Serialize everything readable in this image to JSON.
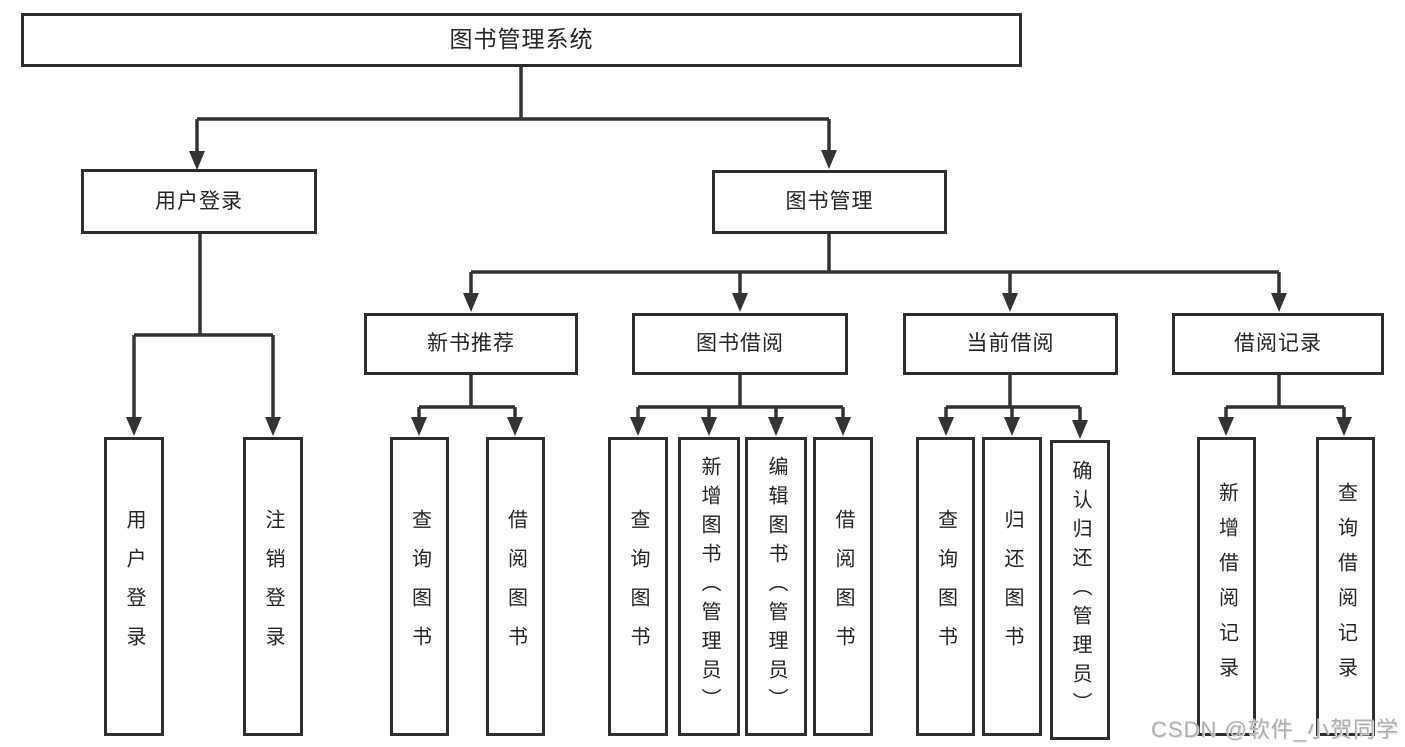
{
  "diagram": {
    "root": {
      "label": "图书管理系统"
    },
    "branches": [
      {
        "label": "用户登录",
        "children": [
          {
            "label": "用户登录"
          },
          {
            "label": "注销登录"
          }
        ]
      },
      {
        "label": "图书管理",
        "children": [
          {
            "label": "新书推荐",
            "children": [
              {
                "label": "查询图书"
              },
              {
                "label": "借阅图书"
              }
            ]
          },
          {
            "label": "图书借阅",
            "children": [
              {
                "label": "查询图书"
              },
              {
                "label": "新增图书（管理员）"
              },
              {
                "label": "编辑图书（管理员）"
              },
              {
                "label": "借阅图书"
              }
            ]
          },
          {
            "label": "当前借阅",
            "children": [
              {
                "label": "查询图书"
              },
              {
                "label": "归还图书"
              },
              {
                "label": "确认归还（管理员）"
              }
            ]
          },
          {
            "label": "借阅记录",
            "children": [
              {
                "label": "新增借阅记录"
              },
              {
                "label": "查询借阅记录"
              }
            ]
          }
        ]
      }
    ]
  },
  "watermark": {
    "text": "CSDN @软件_小贺同学"
  },
  "colors": {
    "line": "#333333",
    "box_border": "#2e2e2e",
    "text": "#242424",
    "watermark": "#b0b0b0",
    "background": "#ffffff"
  }
}
